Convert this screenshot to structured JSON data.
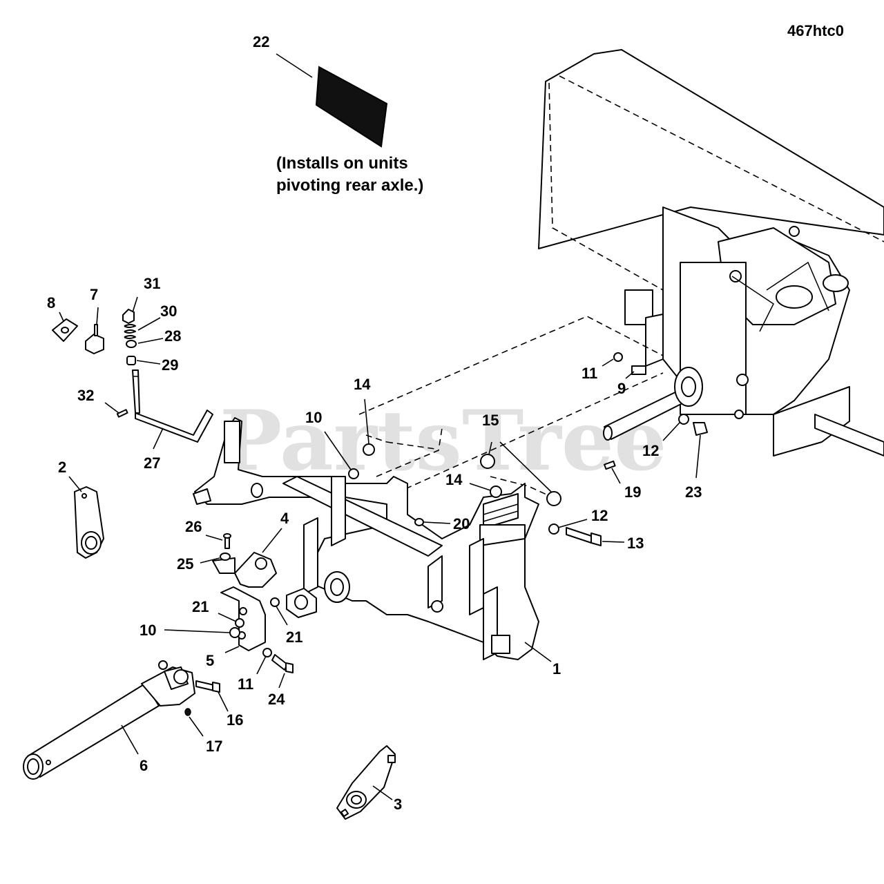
{
  "diagram_code": "467htc0",
  "watermark": "PartsTree",
  "watermark_tm": "™",
  "note_lines": [
    "(Installs on units",
    "pivoting rear axle.)"
  ],
  "callouts": [
    {
      "id": "c22",
      "text": "22"
    },
    {
      "id": "c31",
      "text": "31"
    },
    {
      "id": "c7",
      "text": "7"
    },
    {
      "id": "c8",
      "text": "8"
    },
    {
      "id": "c30",
      "text": "30"
    },
    {
      "id": "c28",
      "text": "28"
    },
    {
      "id": "c29",
      "text": "29"
    },
    {
      "id": "c32",
      "text": "32"
    },
    {
      "id": "c27",
      "text": "27"
    },
    {
      "id": "c2",
      "text": "2"
    },
    {
      "id": "c14a",
      "text": "14"
    },
    {
      "id": "c10a",
      "text": "10"
    },
    {
      "id": "c15",
      "text": "15"
    },
    {
      "id": "c14b",
      "text": "14"
    },
    {
      "id": "c20",
      "text": "20"
    },
    {
      "id": "c12a",
      "text": "12"
    },
    {
      "id": "c13",
      "text": "13"
    },
    {
      "id": "c11a",
      "text": "11"
    },
    {
      "id": "c9",
      "text": "9"
    },
    {
      "id": "c12b",
      "text": "12"
    },
    {
      "id": "c19",
      "text": "19"
    },
    {
      "id": "c23",
      "text": "23"
    },
    {
      "id": "c26",
      "text": "26"
    },
    {
      "id": "c4",
      "text": "4"
    },
    {
      "id": "c25",
      "text": "25"
    },
    {
      "id": "c21a",
      "text": "21"
    },
    {
      "id": "c21b",
      "text": "21"
    },
    {
      "id": "c10b",
      "text": "10"
    },
    {
      "id": "c5",
      "text": "5"
    },
    {
      "id": "c11b",
      "text": "11"
    },
    {
      "id": "c24",
      "text": "24"
    },
    {
      "id": "c1",
      "text": "1"
    },
    {
      "id": "c16",
      "text": "16"
    },
    {
      "id": "c17",
      "text": "17"
    },
    {
      "id": "c6",
      "text": "6"
    },
    {
      "id": "c3",
      "text": "3"
    }
  ]
}
